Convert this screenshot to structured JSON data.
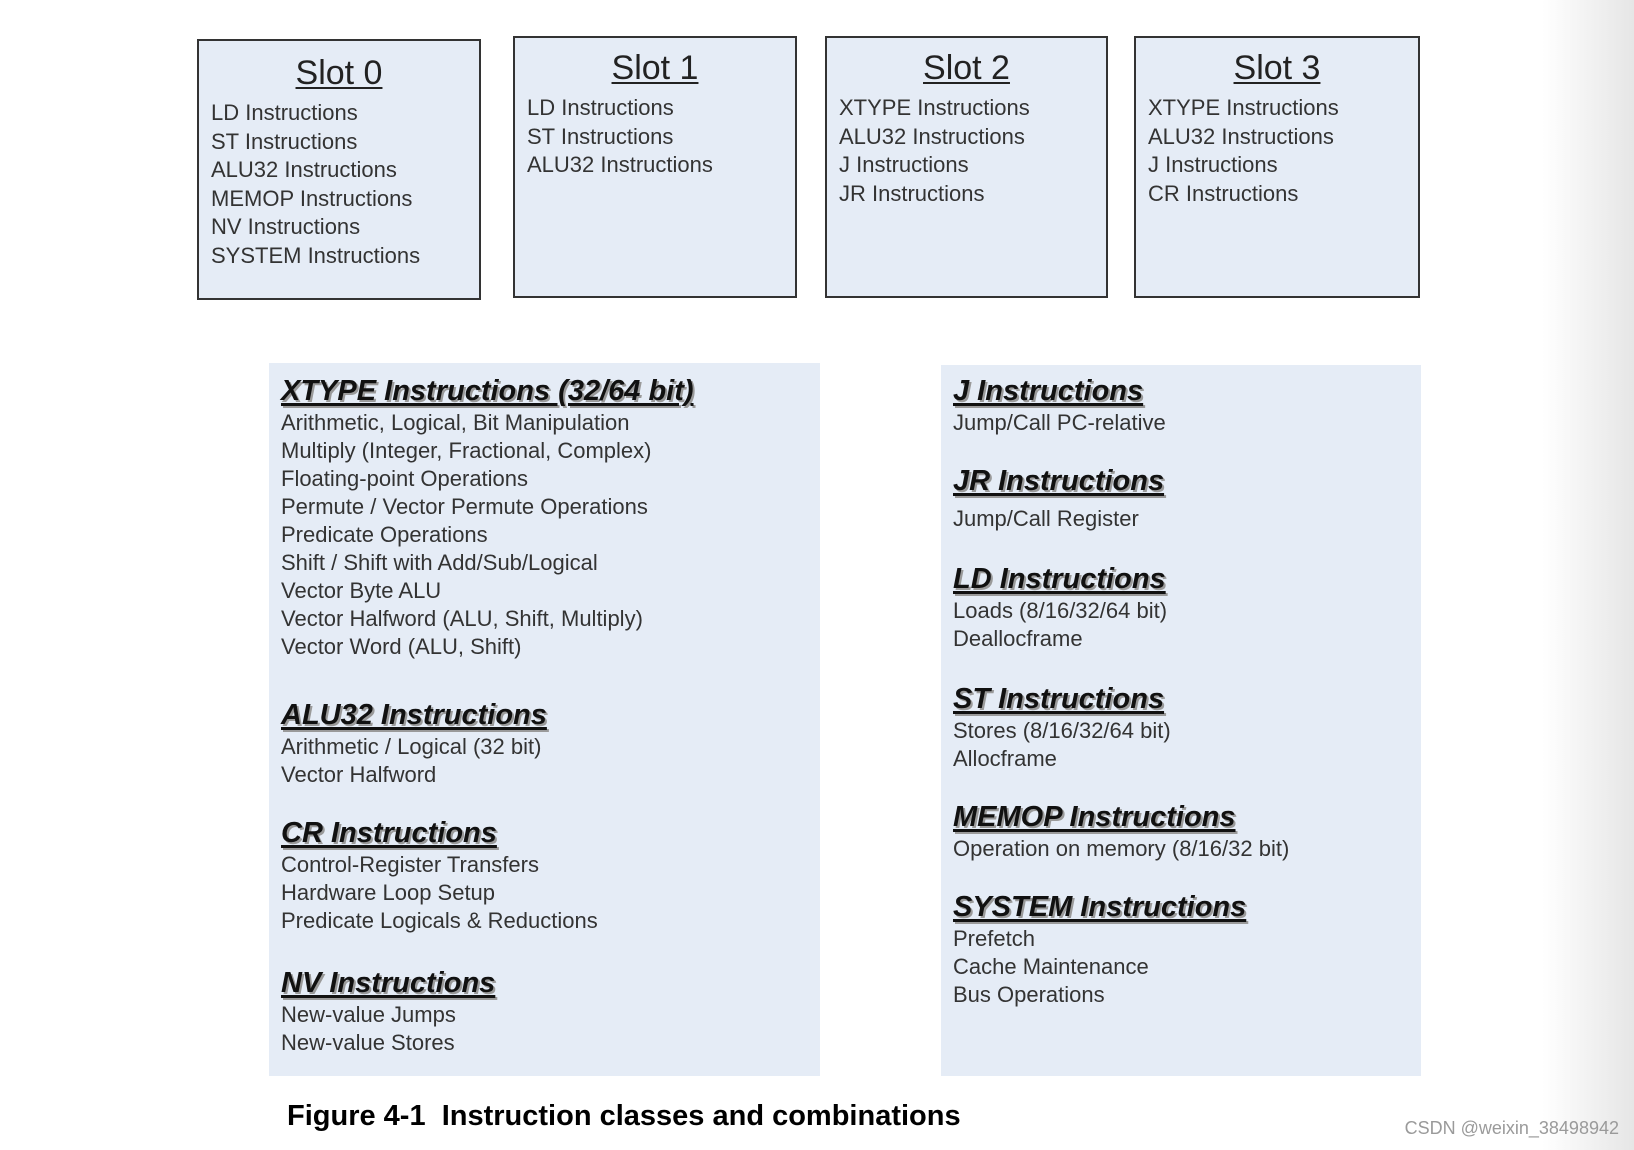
{
  "slots": [
    {
      "title": "Slot 0",
      "items": [
        "LD Instructions",
        "ST Instructions",
        "ALU32 Instructions",
        "MEMOP Instructions",
        "NV Instructions",
        "SYSTEM Instructions"
      ]
    },
    {
      "title": "Slot 1",
      "items": [
        "LD Instructions",
        "ST Instructions",
        "ALU32 Instructions"
      ]
    },
    {
      "title": "Slot 2",
      "items": [
        "XTYPE Instructions",
        "ALU32 Instructions",
        "J Instructions",
        "JR Instructions"
      ]
    },
    {
      "title": "Slot 3",
      "items": [
        "XTYPE Instructions",
        "ALU32 Instructions",
        "J Instructions",
        "CR Instructions"
      ]
    }
  ],
  "left_panel": {
    "groups": [
      {
        "title": "XTYPE Instructions (32/64 bit)",
        "items": [
          "Arithmetic, Logical, Bit Manipulation",
          "Multiply (Integer, Fractional, Complex)",
          "Floating-point Operations",
          "Permute / Vector Permute Operations",
          "Predicate Operations",
          "Shift / Shift with Add/Sub/Logical",
          "Vector Byte ALU",
          "Vector Halfword (ALU, Shift, Multiply)",
          "Vector Word (ALU, Shift)"
        ]
      },
      {
        "title": "ALU32 Instructions",
        "items": [
          "Arithmetic / Logical (32 bit)",
          "Vector Halfword"
        ]
      },
      {
        "title": "CR Instructions",
        "items": [
          "Control-Register Transfers",
          "Hardware Loop Setup",
          "Predicate Logicals & Reductions"
        ]
      },
      {
        "title": "NV Instructions",
        "items": [
          "New-value Jumps",
          "New-value Stores"
        ]
      }
    ]
  },
  "right_panel": {
    "groups": [
      {
        "title": "J Instructions",
        "items": [
          "Jump/Call PC-relative"
        ]
      },
      {
        "title": "JR Instructions",
        "items": [
          "Jump/Call Register"
        ]
      },
      {
        "title": "LD Instructions",
        "items": [
          "Loads (8/16/32/64 bit)",
          "Deallocframe"
        ]
      },
      {
        "title": "ST Instructions",
        "items": [
          "Stores (8/16/32/64 bit)",
          "Allocframe"
        ]
      },
      {
        "title": "MEMOP Instructions",
        "items": [
          "Operation on memory (8/16/32 bit)"
        ]
      },
      {
        "title": "SYSTEM Instructions",
        "items": [
          "Prefetch",
          "Cache Maintenance",
          "Bus Operations"
        ]
      }
    ]
  },
  "caption": "Figure 4-1  Instruction classes and combinations",
  "watermark": "CSDN @weixin_38498942",
  "colors": {
    "box_fill": "#e5ecf6",
    "box_border": "#333333",
    "background": "#ffffff"
  }
}
